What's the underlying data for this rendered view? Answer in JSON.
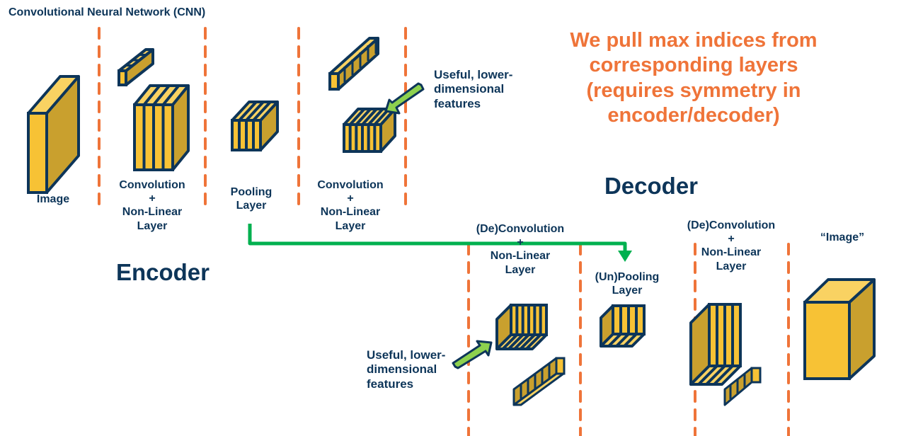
{
  "title": "Convolutional Neural Network (CNN)",
  "colors": {
    "navy": "#0d3559",
    "orange": "#ef7439",
    "green": "#00b04f",
    "lightGreen": "#8dd14e",
    "yellow": "#f7c235",
    "yellowDark": "#c9a02e",
    "yellowLight": "#f9d262"
  },
  "encoder": {
    "heading": "Encoder",
    "layers": [
      {
        "label": "Image"
      },
      {
        "label": "Convolution\n+\nNon-Linear\nLayer"
      },
      {
        "label": "Pooling\nLayer"
      },
      {
        "label": "Convolution\n+\nNon-Linear\nLayer"
      }
    ],
    "feature_note": "Useful, lower-\ndimensional\nfeatures"
  },
  "decoder": {
    "heading": "Decoder",
    "layers": [
      {
        "label": "(De)Convolution\n+\nNon-Linear\nLayer"
      },
      {
        "label": "(Un)Pooling\nLayer"
      },
      {
        "label": "(De)Convolution\n+\nNon-Linear\nLayer"
      },
      {
        "label": "“Image”"
      }
    ],
    "feature_note": "Useful, lower-\ndimensional\nfeatures"
  },
  "annotation": "We pull max indices from\ncorresponding layers\n(requires symmetry in\nencoder/decoder)"
}
